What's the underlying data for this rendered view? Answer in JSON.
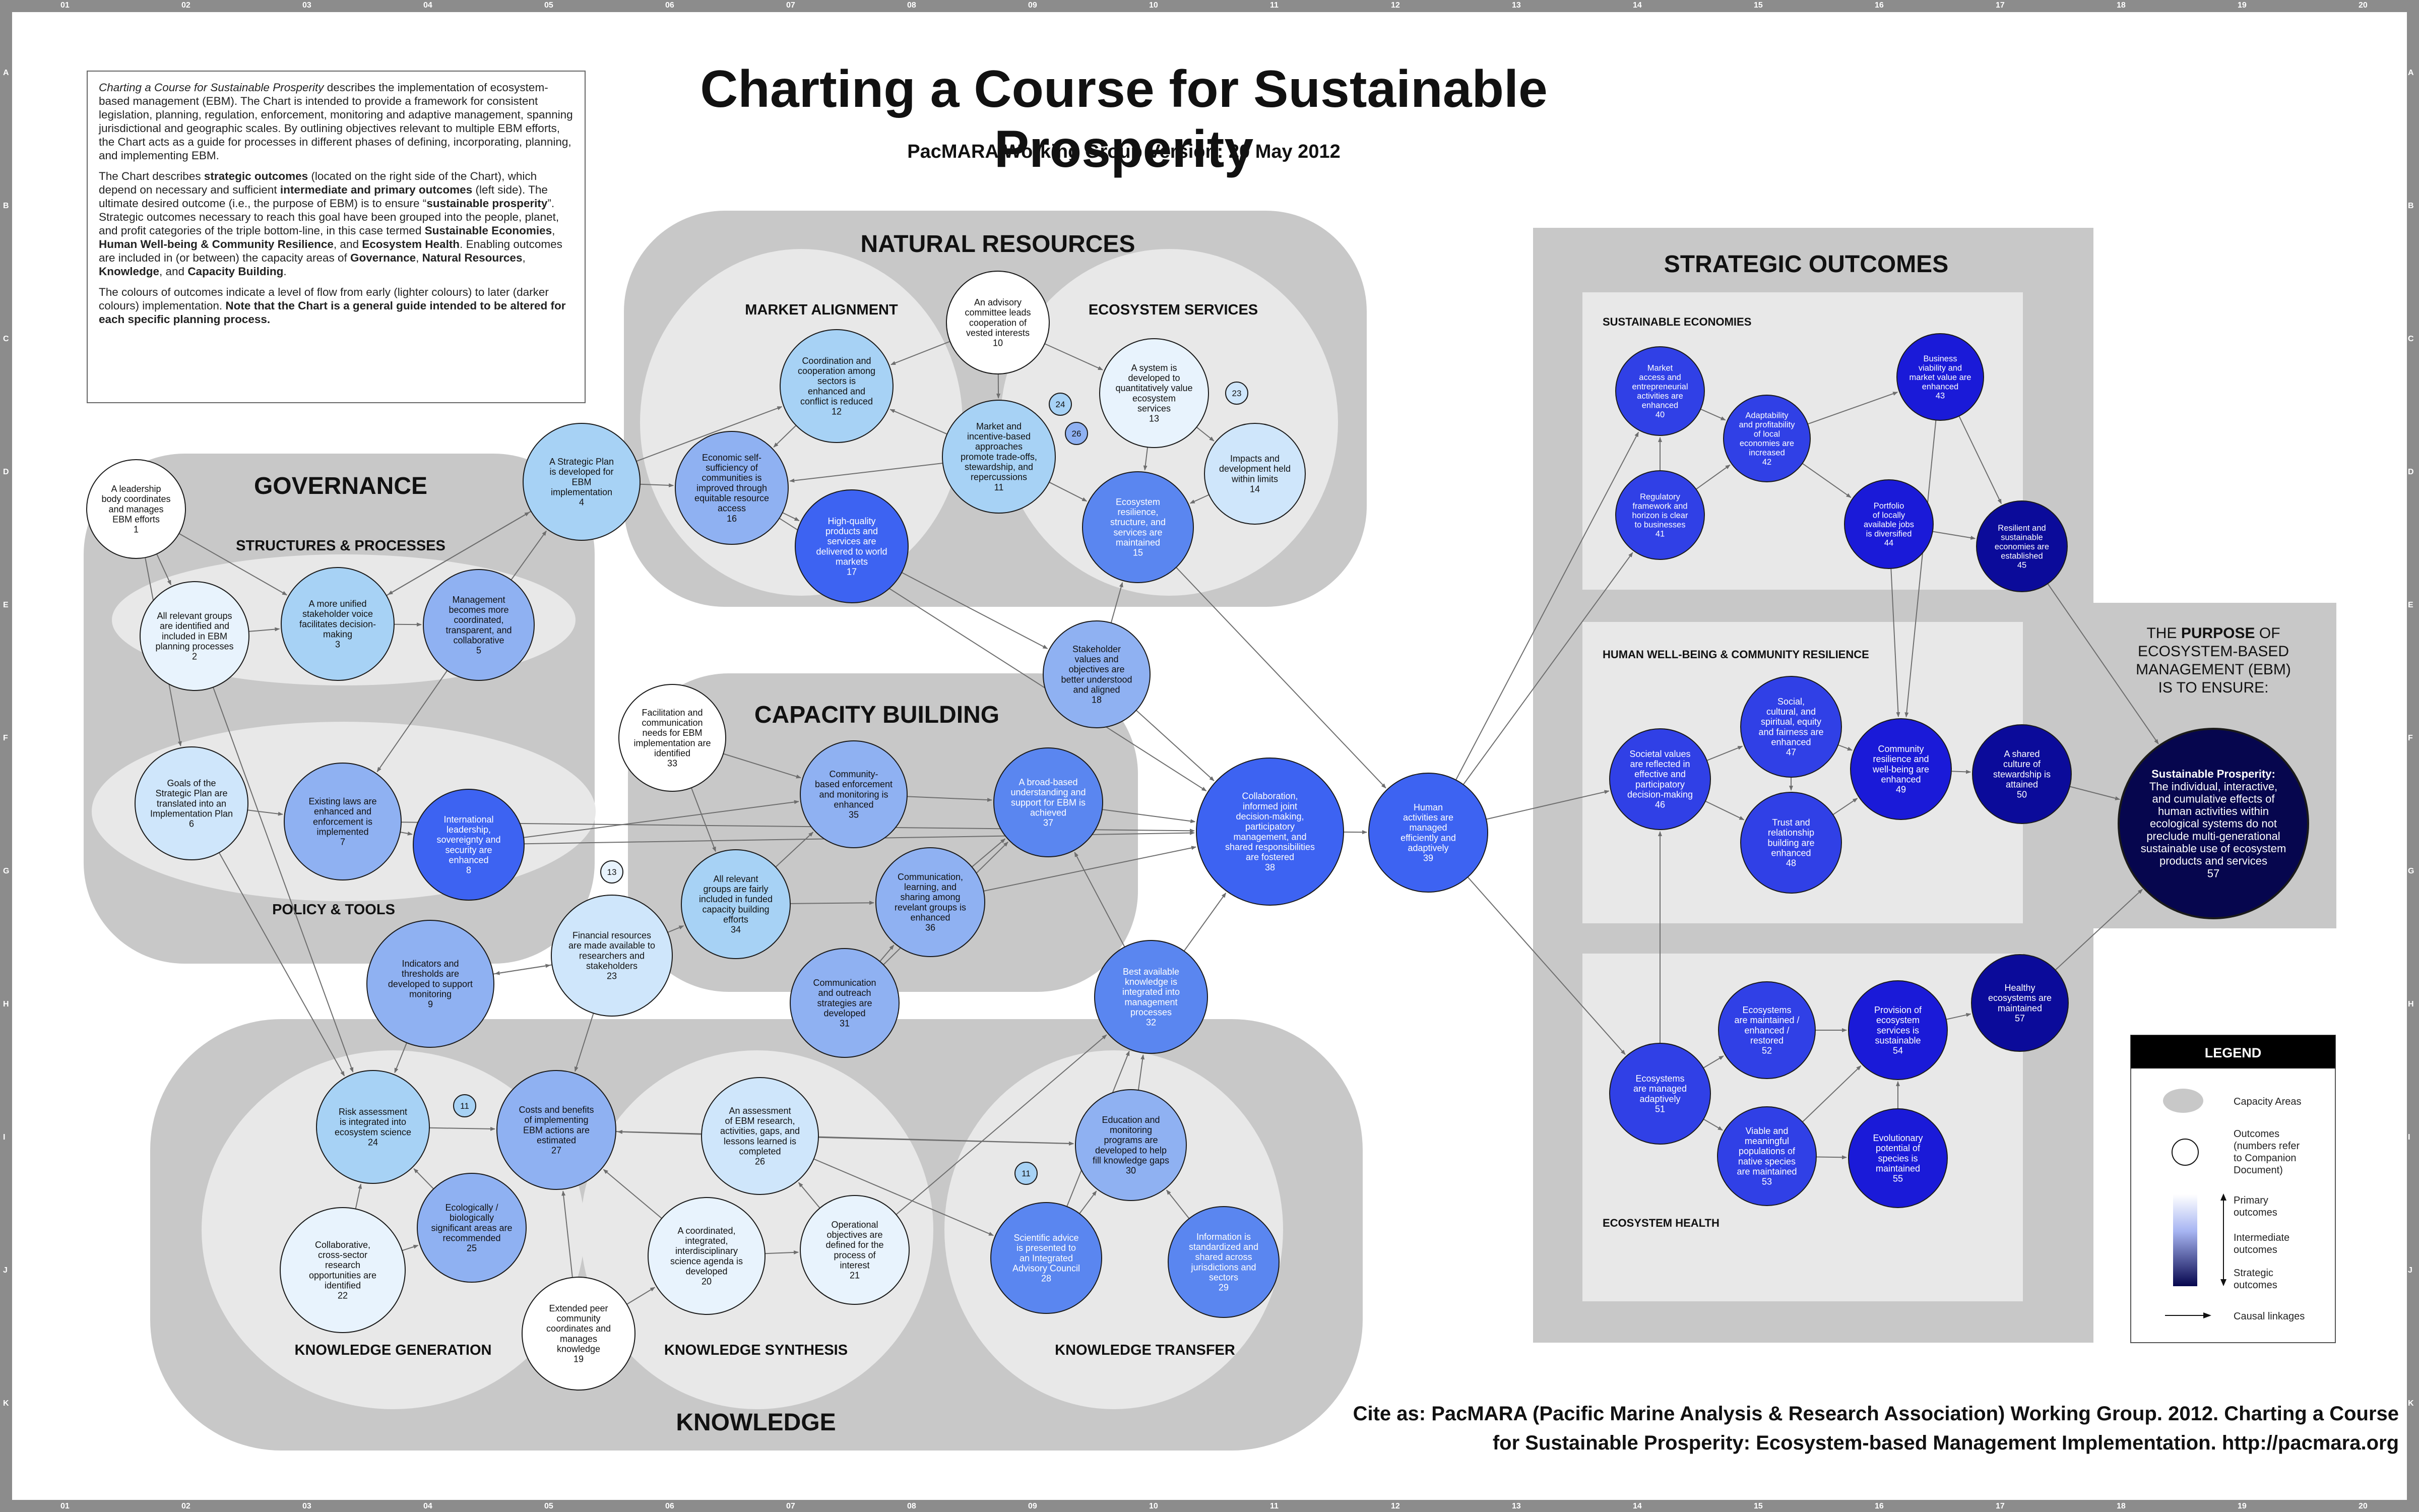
{
  "grid": {
    "columns": [
      "01",
      "02",
      "03",
      "04",
      "05",
      "06",
      "07",
      "08",
      "09",
      "10",
      "11",
      "12",
      "13",
      "14",
      "15",
      "16",
      "17",
      "18",
      "19",
      "20"
    ],
    "rows": [
      "A",
      "B",
      "C",
      "D",
      "E",
      "F",
      "G",
      "H",
      "I",
      "J",
      "K"
    ]
  },
  "title": "Charting a Course for Sustainable Prosperity",
  "subtitle": "PacMARA Working Group Version: 20 May 2012",
  "intro": {
    "p1_italic": "Charting a Course for Sustainable Prosperity",
    "p1_rest": " describes the implementation of ecosystem-based management (EBM). The Chart is intended to provide a framework for consistent legislation, planning, regulation, enforcement, monitoring and adaptive management, spanning jurisdictional and geographic scales. By outlining objectives relevant to multiple EBM efforts, the Chart acts as a guide for processes in different phases of defining, incorporating, planning, and implementing EBM.",
    "p2_a": "The Chart describes ",
    "p2_b": "strategic outcomes",
    "p2_c": " (located on the right side of the Chart), which depend on necessary and sufficient ",
    "p2_d": "intermediate and primary outcomes",
    "p2_e": " (left side). The ultimate desired outcome (i.e., the purpose of EBM) is to ensure “",
    "p2_f": "sustainable prosperity",
    "p2_g": "”. Strategic outcomes necessary to reach this goal have been grouped into the people, planet, and profit categories of the triple bottom-line, in this case termed ",
    "p2_h": "Sustainable Economies",
    "p2_i": ", ",
    "p2_j": "Human Well-being & Community Resilience",
    "p2_k": ", and ",
    "p2_l": "Ecosystem Health",
    "p2_m": ". Enabling outcomes are included in (or between) the capacity areas of ",
    "p2_n": "Governance",
    "p2_o": ", ",
    "p2_p": "Natural Resources",
    "p2_q": ", ",
    "p2_r": "Knowledge",
    "p2_s": ", and ",
    "p2_t": "Capacity Building",
    "p2_u": ".",
    "p3_a": "The colours of outcomes indicate a level of flow from early (lighter colours) to later (darker colours) implementation. ",
    "p3_b": "Note that the Chart is a general guide intended to be altered for each specific planning process."
  },
  "areas": {
    "natural_resources": "NATURAL RESOURCES",
    "market_alignment": "MARKET ALIGNMENT",
    "ecosystem_services": "ECOSYSTEM SERVICES",
    "governance": "GOVERNANCE",
    "structures_processes": "STRUCTURES & PROCESSES",
    "policy_tools": "POLICY & TOOLS",
    "capacity_building": "CAPACITY BUILDING",
    "knowledge": "KNOWLEDGE",
    "knowledge_generation": "KNOWLEDGE GENERATION",
    "knowledge_synthesis": "KNOWLEDGE SYNTHESIS",
    "knowledge_transfer": "KNOWLEDGE TRANSFER",
    "strategic_outcomes": "STRATEGIC OUTCOMES",
    "sustainable_economies": "SUSTAINABLE ECONOMIES",
    "human_wellbeing": "HUMAN WELL-BEING & COMMUNITY RESILIENCE",
    "ecosystem_health": "ECOSYSTEM HEALTH"
  },
  "purpose": {
    "line1_a": "THE ",
    "line1_b": "PURPOSE",
    "line1_c": " OF",
    "line2": "ECOSYSTEM-BASED",
    "line3": "MANAGEMENT (EBM)",
    "line4": "IS TO ENSURE:"
  },
  "legend": {
    "header": "LEGEND",
    "capacity_areas": "Capacity Areas",
    "outcomes_l1": "Outcomes",
    "outcomes_l2": "(numbers refer",
    "outcomes_l3": "to Companion",
    "outcomes_l4": "Document)",
    "primary_l1": "Primary",
    "primary_l2": "outcomes",
    "intermediate_l1": "Intermediate",
    "intermediate_l2": "outcomes",
    "strategic_l1": "Strategic",
    "strategic_l2": "outcomes",
    "causal": "Causal linkages"
  },
  "cite": {
    "line1": "Cite as: PacMARA (Pacific Marine Analysis & Research Association) Working Group. 2012. Charting a Course",
    "line2": "for Sustainable Prosperity: Ecosystem-based Management Implementation. http://pacmara.org"
  },
  "colors": {
    "level0": "#ffffff",
    "level1": "#e8f3fd",
    "level2": "#cfe6fb",
    "level3": "#a7d2f5",
    "level4": "#8fb1f2",
    "level5": "#5a86f0",
    "level6": "#3d63f2",
    "level7": "#3040e6",
    "level8": "#1a1ad8",
    "level9": "#0b0b9a",
    "level10": "#06064e",
    "area_dark": "#c8c8c8",
    "area_light": "#e8e8e8",
    "arrow": "#6e6e6e"
  },
  "nodes": [
    {
      "id": "1",
      "lines": [
        "A leadership",
        "body coordinates",
        "and manages",
        "EBM efforts",
        "1"
      ],
      "color": "level0"
    },
    {
      "id": "2",
      "lines": [
        "All relevant groups",
        "are identified and",
        "included in EBM",
        "planning processes",
        "2"
      ],
      "color": "level1"
    },
    {
      "id": "3",
      "lines": [
        "A more unified",
        "stakeholder voice",
        "facilitates decision-",
        "making",
        "3"
      ],
      "color": "level3"
    },
    {
      "id": "4",
      "lines": [
        "A Strategic Plan",
        "is developed for",
        "EBM",
        "implementation",
        "4"
      ],
      "color": "level3"
    },
    {
      "id": "5",
      "lines": [
        "Management",
        "becomes more",
        "coordinated,",
        "transparent, and",
        "collaborative",
        "5"
      ],
      "color": "level4"
    },
    {
      "id": "6",
      "lines": [
        "Goals of the",
        "Strategic Plan are",
        "translated into an",
        "Implementation Plan",
        "6"
      ],
      "color": "level2"
    },
    {
      "id": "7",
      "lines": [
        "Existing laws are",
        "enhanced and",
        "enforcement is",
        "implemented",
        "7"
      ],
      "color": "level4"
    },
    {
      "id": "8",
      "lines": [
        "International",
        "leadership,",
        "sovereignty and",
        "security are",
        "enhanced",
        "8"
      ],
      "color": "level6"
    },
    {
      "id": "9",
      "lines": [
        "Indicators and",
        "thresholds are",
        "developed to support",
        "monitoring",
        "9"
      ],
      "color": "level4"
    },
    {
      "id": "10",
      "lines": [
        "An advisory",
        "committee leads",
        "cooperation of",
        "vested interests",
        "10"
      ],
      "color": "level0"
    },
    {
      "id": "11",
      "lines": [
        "Market and",
        "incentive-based",
        "approaches",
        "promote trade-offs,",
        "stewardship, and",
        "repercussions",
        "11"
      ],
      "color": "level3"
    },
    {
      "id": "12",
      "lines": [
        "Coordination and",
        "cooperation among",
        "sectors is",
        "enhanced and",
        "conflict is reduced",
        "12"
      ],
      "color": "level3"
    },
    {
      "id": "13",
      "lines": [
        "A system is",
        "developed to",
        "quantitatively value",
        "ecosystem",
        "services",
        "13"
      ],
      "color": "level1"
    },
    {
      "id": "14",
      "lines": [
        "Impacts and",
        "development held",
        "within limits",
        "14"
      ],
      "color": "level2"
    },
    {
      "id": "15",
      "lines": [
        "Ecosystem",
        "resilience,",
        "structure, and",
        "services are",
        "maintained",
        "15"
      ],
      "color": "level5"
    },
    {
      "id": "16",
      "lines": [
        "Economic self-",
        "sufficiency of",
        "communities is",
        "improved through",
        "equitable resource",
        "access",
        "16"
      ],
      "color": "level4"
    },
    {
      "id": "17",
      "lines": [
        "High-quality",
        "products and",
        "services are",
        "delivered to world",
        "markets",
        "17"
      ],
      "color": "level6"
    },
    {
      "id": "18",
      "lines": [
        "Stakeholder",
        "values and",
        "objectives are",
        "better understood",
        "and aligned",
        "18"
      ],
      "color": "level4"
    },
    {
      "id": "19",
      "lines": [
        "Extended peer",
        "community",
        "coordinates and",
        "manages",
        "knowledge",
        "19"
      ],
      "color": "level0"
    },
    {
      "id": "20",
      "lines": [
        "A coordinated,",
        "integrated,",
        "interdisciplinary",
        "science agenda is",
        "developed",
        "20"
      ],
      "color": "level1"
    },
    {
      "id": "21",
      "lines": [
        "Operational",
        "objectives are",
        "defined for the",
        "process of",
        "interest",
        "21"
      ],
      "color": "level1"
    },
    {
      "id": "22",
      "lines": [
        "Collaborative,",
        "cross-sector",
        "research",
        "opportunities are",
        "identified",
        "22"
      ],
      "color": "level1"
    },
    {
      "id": "23",
      "lines": [
        "Financial resources",
        "are made available to",
        "researchers and",
        "stakeholders",
        "23"
      ],
      "color": "level2"
    },
    {
      "id": "24",
      "lines": [
        "Risk assessment",
        "is integrated into",
        "ecosystem science",
        "24"
      ],
      "color": "level3"
    },
    {
      "id": "25",
      "lines": [
        "Ecologically /",
        "biologically",
        "significant areas are",
        "recommended",
        "25"
      ],
      "color": "level4"
    },
    {
      "id": "26",
      "lines": [
        "An assessment",
        "of EBM research,",
        "activities, gaps, and",
        "lessons learned is",
        "completed",
        "26"
      ],
      "color": "level2"
    },
    {
      "id": "27",
      "lines": [
        "Costs and benefits",
        "of implementing",
        "EBM actions are",
        "estimated",
        "27"
      ],
      "color": "level4"
    },
    {
      "id": "28",
      "lines": [
        "Scientific advice",
        "is presented to",
        "an Integrated",
        "Advisory Council",
        "28"
      ],
      "color": "level5"
    },
    {
      "id": "29",
      "lines": [
        "Information is",
        "standardized and",
        "shared across",
        "jurisdictions and",
        "sectors",
        "29"
      ],
      "color": "level5"
    },
    {
      "id": "30",
      "lines": [
        "Education and",
        "monitoring",
        "programs are",
        "developed to help",
        "fill knowledge gaps",
        "30"
      ],
      "color": "level4"
    },
    {
      "id": "31",
      "lines": [
        "Communication",
        "and outreach",
        "strategies are",
        "developed",
        "31"
      ],
      "color": "level4"
    },
    {
      "id": "32",
      "lines": [
        "Best available",
        "knowledge is",
        "integrated into",
        "management",
        "processes",
        "32"
      ],
      "color": "level5"
    },
    {
      "id": "33",
      "lines": [
        "Facilitation and",
        "communication",
        "needs for EBM",
        "implementation are",
        "identified",
        "33"
      ],
      "color": "level0"
    },
    {
      "id": "34",
      "lines": [
        "All relevant",
        "groups are fairly",
        "included in funded",
        "capacity building",
        "efforts",
        "34"
      ],
      "color": "level3"
    },
    {
      "id": "35",
      "lines": [
        "Community-",
        "based enforcement",
        "and monitoring is",
        "enhanced",
        "35"
      ],
      "color": "level4"
    },
    {
      "id": "36",
      "lines": [
        "Communication,",
        "learning, and",
        "sharing among",
        "revelant groups is",
        "enhanced",
        "36"
      ],
      "color": "level4"
    },
    {
      "id": "37",
      "lines": [
        "A broad-based",
        "understanding and",
        "support for EBM is",
        "achieved",
        "37"
      ],
      "color": "level5"
    },
    {
      "id": "38",
      "lines": [
        "Collaboration,",
        "informed joint",
        "decision-making,",
        "participatory",
        "management, and",
        "shared responsibilities",
        "are fostered",
        "38"
      ],
      "color": "level6"
    },
    {
      "id": "39",
      "lines": [
        "Human",
        "activities are",
        "managed",
        "efficiently and",
        "adaptively",
        "39"
      ],
      "color": "level6"
    },
    {
      "id": "40",
      "lines": [
        "Market",
        "access and",
        "entrepreneurial",
        "activities are",
        "enhanced",
        "40"
      ],
      "color": "level7"
    },
    {
      "id": "41",
      "lines": [
        "Regulatory",
        "framework and",
        "horizon is clear",
        "to businesses",
        "41"
      ],
      "color": "level7"
    },
    {
      "id": "42",
      "lines": [
        "Adaptability",
        "and profitability",
        "of local",
        "economies are",
        "increased",
        "42"
      ],
      "color": "level7"
    },
    {
      "id": "43",
      "lines": [
        "Business",
        "viability and",
        "market value are",
        "enhanced",
        "43"
      ],
      "color": "level8"
    },
    {
      "id": "44",
      "lines": [
        "Portfolio",
        "of locally",
        "available jobs",
        "is diversified",
        "44"
      ],
      "color": "level8"
    },
    {
      "id": "45",
      "lines": [
        "Resilient and",
        "sustainable",
        "economies are",
        "established",
        "45"
      ],
      "color": "level9"
    },
    {
      "id": "46",
      "lines": [
        "Societal values",
        "are reflected in",
        "effective and",
        "participatory",
        "decision-making",
        "46"
      ],
      "color": "level7"
    },
    {
      "id": "47",
      "lines": [
        "Social,",
        "cultural, and",
        "spiritual, equity",
        "and fairness are",
        "enhanced",
        "47"
      ],
      "color": "level7"
    },
    {
      "id": "48",
      "lines": [
        "Trust and",
        "relationship",
        "building are",
        "enhanced",
        "48"
      ],
      "color": "level7"
    },
    {
      "id": "49",
      "lines": [
        "Community",
        "resilience and",
        "well-being are",
        "enhanced",
        "49"
      ],
      "color": "level8"
    },
    {
      "id": "50",
      "lines": [
        "A shared",
        "culture of",
        "stewardship is",
        "attained",
        "50"
      ],
      "color": "level9"
    },
    {
      "id": "51",
      "lines": [
        "Ecosystems",
        "are managed",
        "adaptively",
        "51"
      ],
      "color": "level7"
    },
    {
      "id": "52",
      "lines": [
        "Ecosystems",
        "are maintained /",
        "enhanced /",
        "restored",
        "52"
      ],
      "color": "level7"
    },
    {
      "id": "53",
      "lines": [
        "Viable and",
        "meaningful",
        "populations of",
        "native species",
        "are maintained",
        "53"
      ],
      "color": "level7"
    },
    {
      "id": "54",
      "lines": [
        "Provision of",
        "ecosystem",
        "services is",
        "sustainable",
        "54"
      ],
      "color": "level8"
    },
    {
      "id": "55",
      "lines": [
        "Evolutionary",
        "potential of",
        "species is",
        "maintained",
        "55"
      ],
      "color": "level8"
    },
    {
      "id": "56",
      "lines": [
        "Healthy",
        "ecosystems are",
        "maintained",
        "57"
      ],
      "color": "level9"
    },
    {
      "id": "57",
      "lines": [
        "Sustainable Prosperity:",
        "The individual, interactive,",
        "and cumulative effects of",
        "human activities within",
        "ecological systems do not",
        "preclude multi-generational",
        "sustainable use of ecosystem",
        "products and services",
        "57"
      ],
      "color": "level10"
    }
  ],
  "refs": [
    {
      "label": "24",
      "color": "level3"
    },
    {
      "label": "26",
      "color": "level4"
    },
    {
      "label": "23",
      "color": "level2"
    },
    {
      "label": "13",
      "color": "level1"
    },
    {
      "label": "11",
      "color": "level3"
    },
    {
      "label": "11",
      "color": "level3"
    }
  ]
}
